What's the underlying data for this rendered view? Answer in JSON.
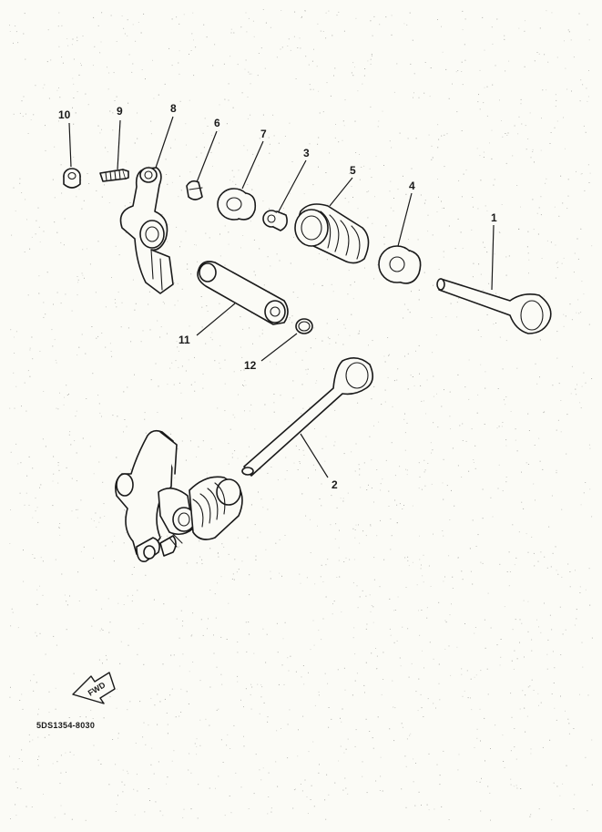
{
  "callouts": [
    {
      "id": "p10",
      "label": "10"
    },
    {
      "id": "p9",
      "label": "9"
    },
    {
      "id": "p8",
      "label": "8"
    },
    {
      "id": "p6",
      "label": "6"
    },
    {
      "id": "p7",
      "label": "7"
    },
    {
      "id": "p3",
      "label": "3"
    },
    {
      "id": "p5",
      "label": "5"
    },
    {
      "id": "p4",
      "label": "4"
    },
    {
      "id": "p1",
      "label": "1"
    },
    {
      "id": "p11",
      "label": "11"
    },
    {
      "id": "p12",
      "label": "12"
    },
    {
      "id": "p2",
      "label": "2"
    }
  ],
  "fwd_arrow": {
    "label": "FWD"
  },
  "document_code": "5DS1354-8030",
  "colors": {
    "ink": "#1a1a1a",
    "paper": "#fbfbf6"
  }
}
